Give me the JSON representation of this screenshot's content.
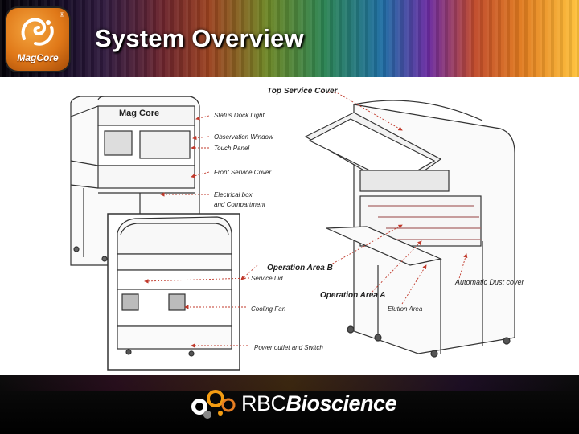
{
  "header": {
    "title": "System Overview",
    "logo_text": "MagCore",
    "logo_reg": "®"
  },
  "diagram": {
    "machine_label": "Mag Core",
    "labels": {
      "top_service_cover": "Top Service Cover",
      "status_dock_light": "Status Dock Light",
      "observation_window": "Observation Window",
      "touch_panel": "Touch Panel",
      "front_service_cover": "Front Service Cover",
      "electrical_box": "Electrical box",
      "and_compartment": "and Compartment",
      "operation_area_b": "Operation Area B",
      "service_lid": "Service Lid",
      "operation_area_a": "Operation Area A",
      "automatic_dust_cover": "Automatic Dust cover",
      "cooling_fan": "Cooling Fan",
      "elution_area": "Elution Area",
      "power_outlet": "Power outlet and Switch"
    }
  },
  "footer": {
    "brand_regular": "RBC",
    "brand_bold": "Bioscience"
  },
  "colors": {
    "logo_orange": "#e07818",
    "arrow_red": "#c0392b",
    "footer_bg": "#000000"
  }
}
